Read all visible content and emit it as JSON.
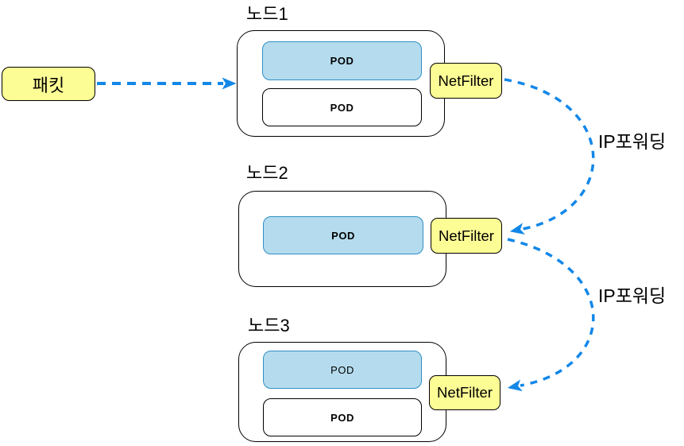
{
  "diagram": {
    "packet": {
      "label": "패킷"
    },
    "nodes": [
      {
        "title": "노드1",
        "pods": [
          {
            "label": "POD",
            "variant": "blue"
          },
          {
            "label": "POD",
            "variant": "white"
          }
        ],
        "netfilter_label": "NetFilter"
      },
      {
        "title": "노드2",
        "pods": [
          {
            "label": "POD",
            "variant": "blue"
          }
        ],
        "netfilter_label": "NetFilter"
      },
      {
        "title": "노드3",
        "pods": [
          {
            "label": "POD",
            "variant": "blue"
          },
          {
            "label": "POD",
            "variant": "white"
          }
        ],
        "netfilter_label": "NetFilter"
      }
    ],
    "arrows": [
      {
        "name": "packet-to-node1-arrow",
        "label": ""
      },
      {
        "name": "node1-to-node2-ip-forwarding-arrow",
        "label": "IP포워딩"
      },
      {
        "name": "node2-to-node3-ip-forwarding-arrow",
        "label": "IP포워딩"
      }
    ],
    "colors": {
      "accent_yellow": "#FDFD96",
      "pod_blue_fill": "#B5DCEE",
      "pod_blue_border": "#2E8FC4",
      "arrow_blue": "#1287E8"
    }
  }
}
